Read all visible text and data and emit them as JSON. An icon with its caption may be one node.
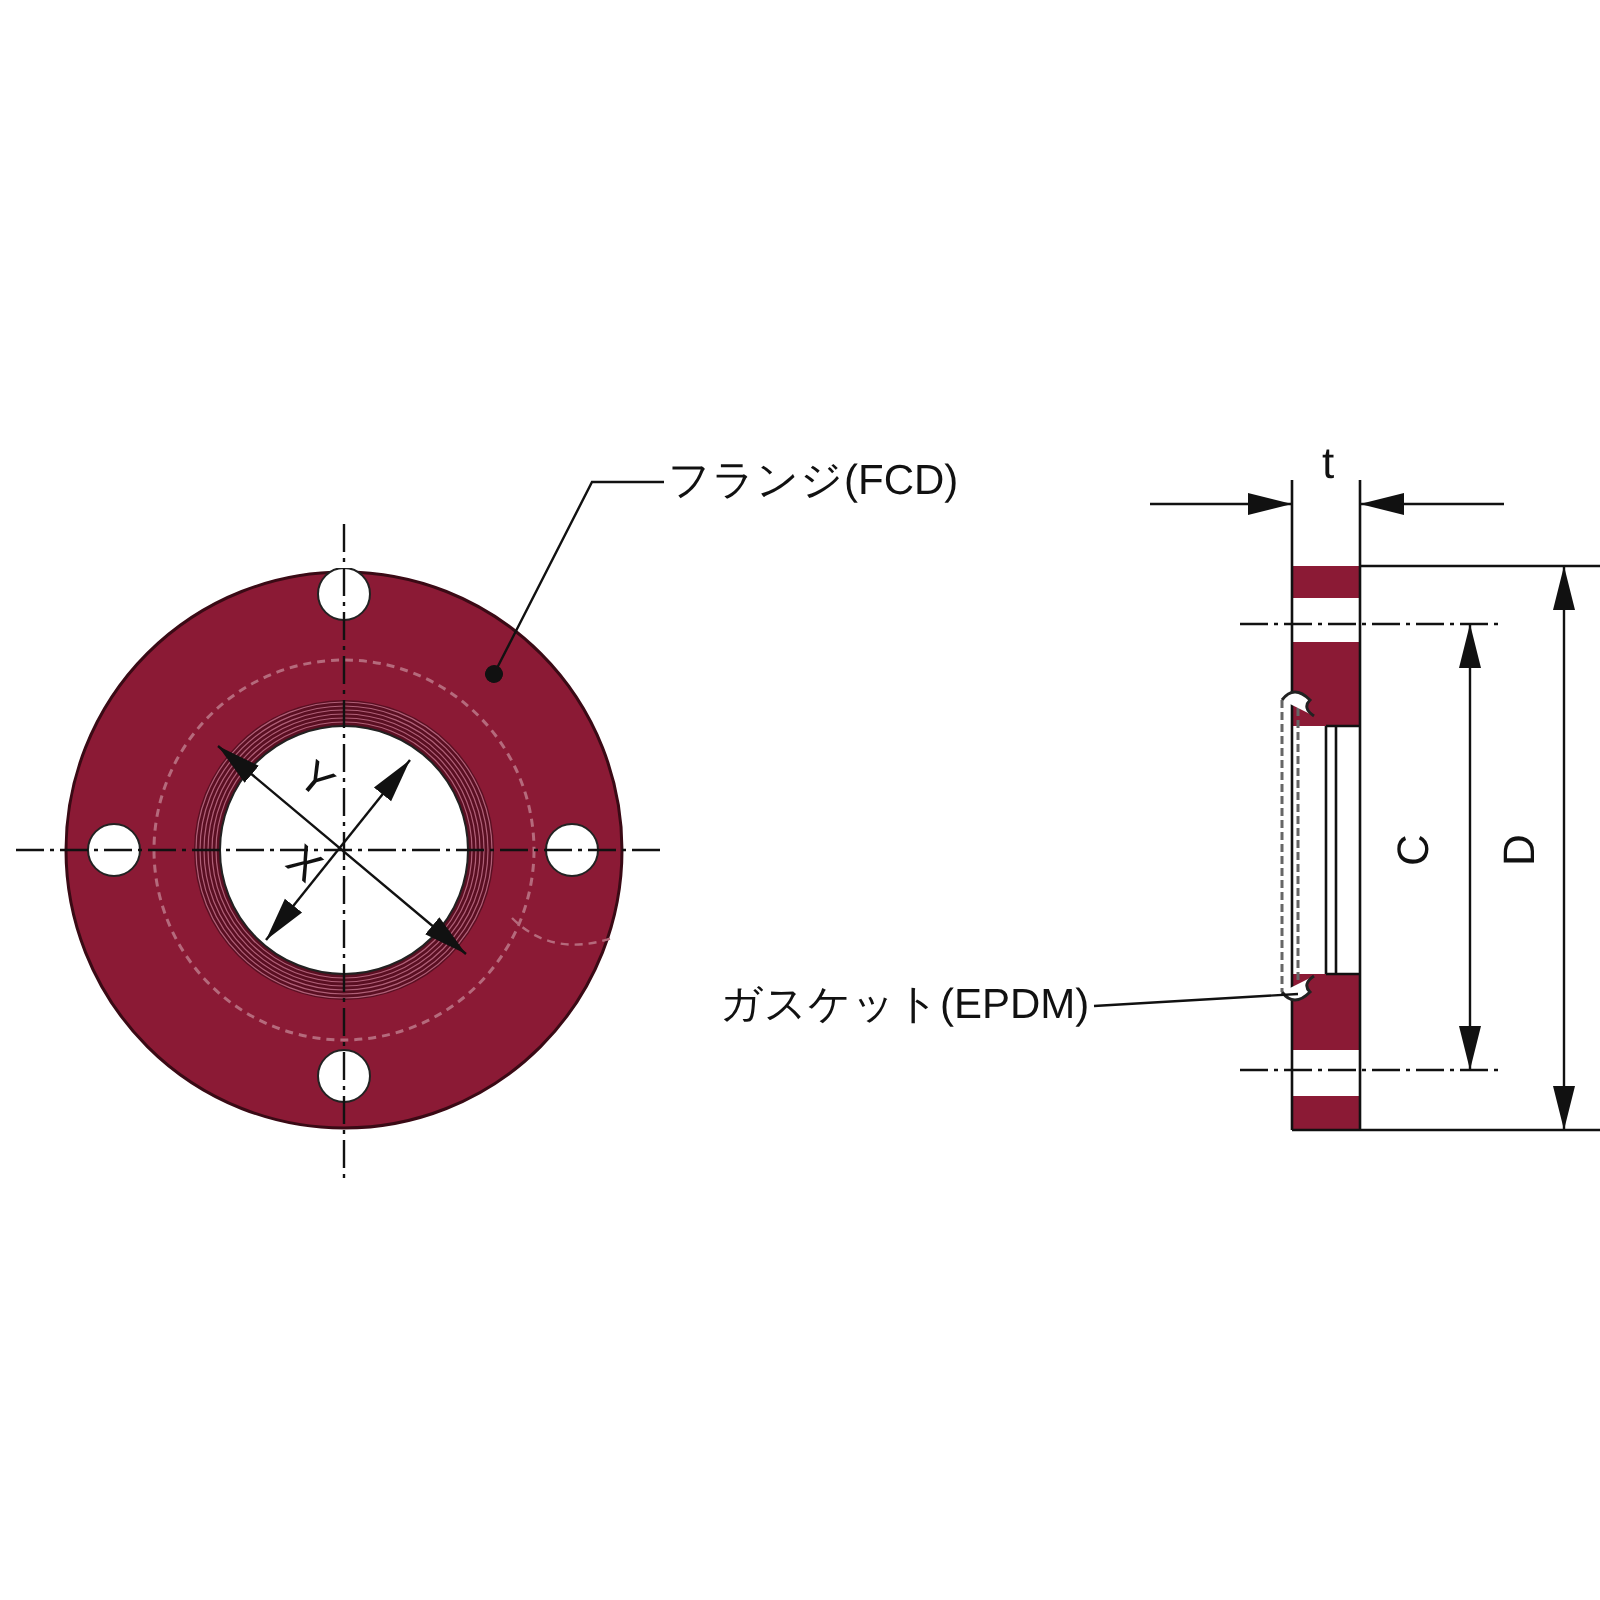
{
  "diagram": {
    "nodes": [
      {
        "text": [
          "フランジ(FCD)"
        ]
      },
      {
        "text": [
          "ガスケット(EPDM)"
        ]
      },
      {
        "text": [],
        "shape": "picture"
      },
      {
        "text": [],
        "shape": "picture"
      }
    ],
    "edges": [
      {
        "from": 0,
        "to": 2,
        "arrow": "other"
      },
      {
        "from": 1,
        "to": 3,
        "arrow": "none"
      }
    ],
    "labels": [
      "t",
      "Y",
      "X",
      "C",
      "D"
    ]
  }
}
